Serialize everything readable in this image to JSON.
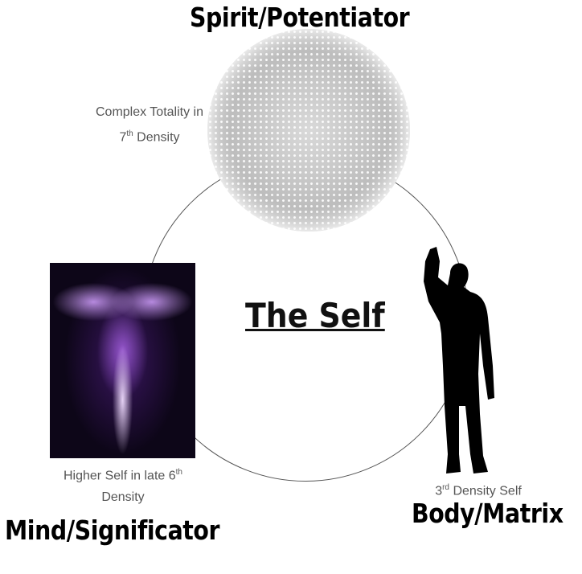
{
  "titles": {
    "spirit": "Spirit/Potentiator",
    "mind": "Mind/Significator",
    "body": "Body/Matrix",
    "center": "The Self"
  },
  "captions": {
    "spirit_line1": "Complex Totality in",
    "spirit_line2_num": "7",
    "spirit_line2_sup": "th",
    "spirit_line2_rest": " Density",
    "mind_line1": "Higher Self in late 6",
    "mind_line1_sup": "th",
    "mind_line2": "Density",
    "body_num": "3",
    "body_sup": "rd",
    "body_rest": " Density Self"
  }
}
